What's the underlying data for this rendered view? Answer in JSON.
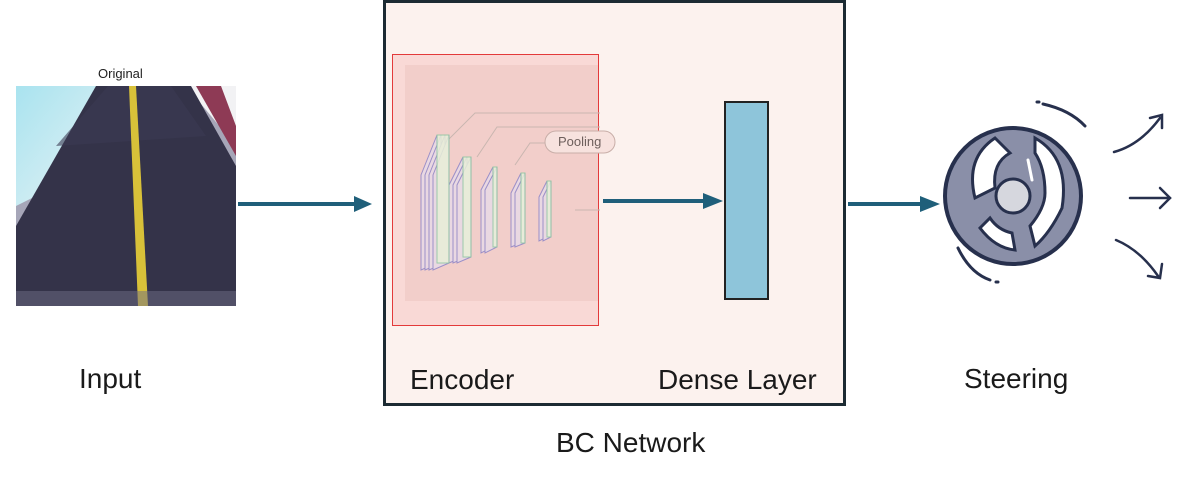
{
  "input": {
    "image_title": "Original",
    "label": "Input"
  },
  "network": {
    "caption": "BC Network",
    "encoder_label": "Encoder",
    "dense_label": "Dense Layer",
    "pooling_label": "Pooling"
  },
  "output": {
    "label": "Steering"
  },
  "colors": {
    "arrow": "#1f5f7a",
    "network_bg": "#fcf2ee",
    "encoder_border": "#e33a3a",
    "dense_fill": "#8ec5da",
    "wheel": "#8a8fa8",
    "wheel_outline": "#27304d"
  },
  "icons": [
    "road-camera-image",
    "cnn-layers-icon",
    "steering-wheel-icon",
    "motion-arrows-icon"
  ]
}
